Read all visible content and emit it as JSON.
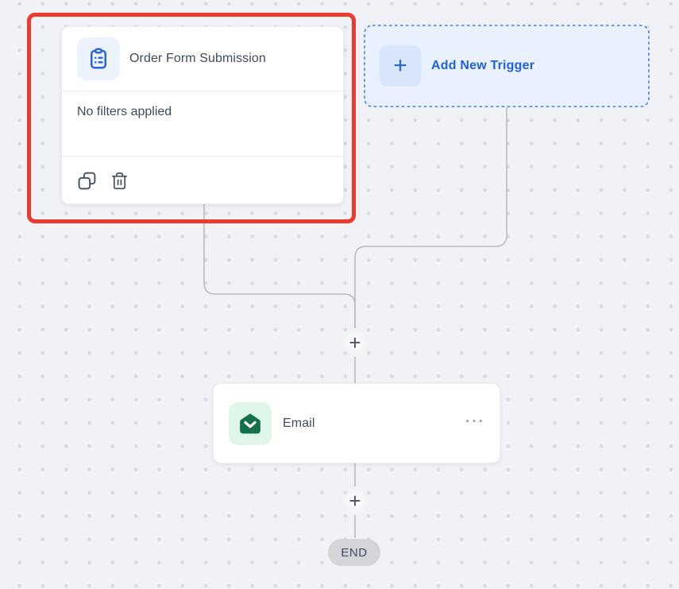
{
  "canvas": {
    "trigger_card": {
      "title": "Order Form Submission",
      "body_text": "No filters applied",
      "selected": true,
      "icon": "clipboard-icon",
      "footer_icons": [
        "copy-icon",
        "trash-icon"
      ]
    },
    "add_trigger_button": {
      "plus": "+",
      "label": "Add New Trigger"
    },
    "action_card": {
      "title": "Email",
      "icon": "email-open-icon",
      "menu": "···"
    },
    "insert_buttons": [
      "+",
      "+"
    ],
    "end_badge": {
      "label": "END"
    },
    "colors": {
      "selection_red": "#ee392d",
      "accent_blue": "#2160e0",
      "trigger_icon_blue": "#2c63e0",
      "trigger_icon_bg": "#edf3fd",
      "email_green": "#15714a",
      "email_green_bg": "#e1f6ea",
      "connector_gray": "#b5b8c0",
      "canvas_bg": "#f1f2f5",
      "end_badge_bg": "#d3d5da"
    }
  }
}
